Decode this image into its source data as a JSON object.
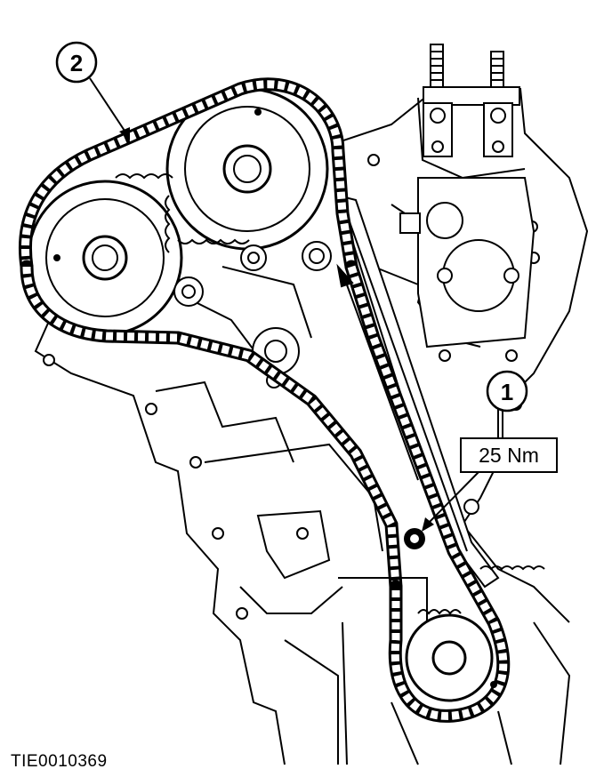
{
  "callouts": [
    {
      "id": "1",
      "label": "1"
    },
    {
      "id": "2",
      "label": "2"
    }
  ],
  "torque_label": "25 Nm",
  "figure_ref": "TIE0010369",
  "colors": {
    "ink": "#000000",
    "paper": "#ffffff"
  }
}
